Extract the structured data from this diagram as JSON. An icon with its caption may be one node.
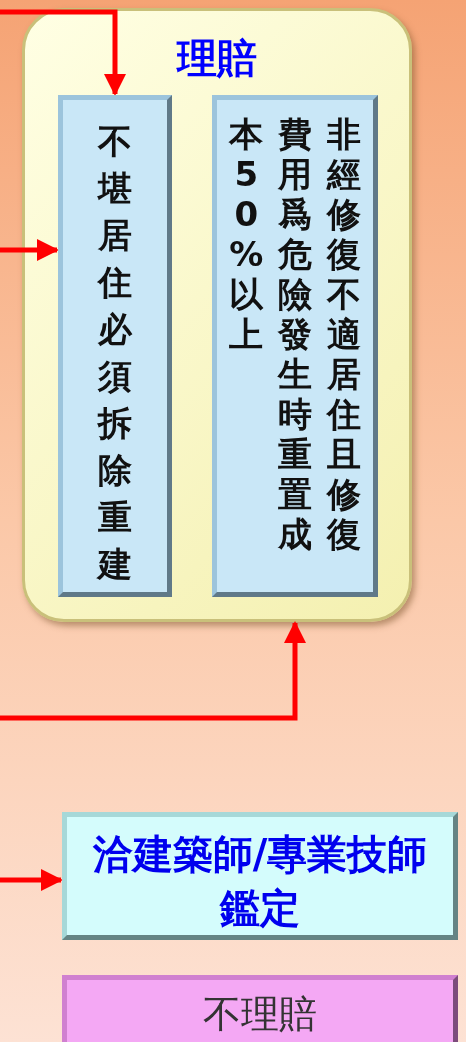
{
  "diagram": {
    "nodes": [
      {
        "text": [
          "理賠"
        ]
      },
      {
        "text": [
          "不堪居住必須拆除重建"
        ],
        "in": 0
      },
      {
        "text": [
          "非經修復不適居住且修復費用爲危險發生時重置成本50%以上"
        ],
        "in": 0
      },
      {
        "text": [
          "洽建築師/專業技師鑑定"
        ]
      },
      {
        "text": [
          "不理賠"
        ]
      }
    ],
    "edges": [
      {
        "from": null,
        "to": 1,
        "arrow": "to"
      },
      {
        "from": null,
        "to": 1,
        "arrow": "to"
      },
      {
        "from": null,
        "to": 0,
        "arrow": "to"
      },
      {
        "from": null,
        "to": 3,
        "arrow": "to"
      }
    ]
  }
}
